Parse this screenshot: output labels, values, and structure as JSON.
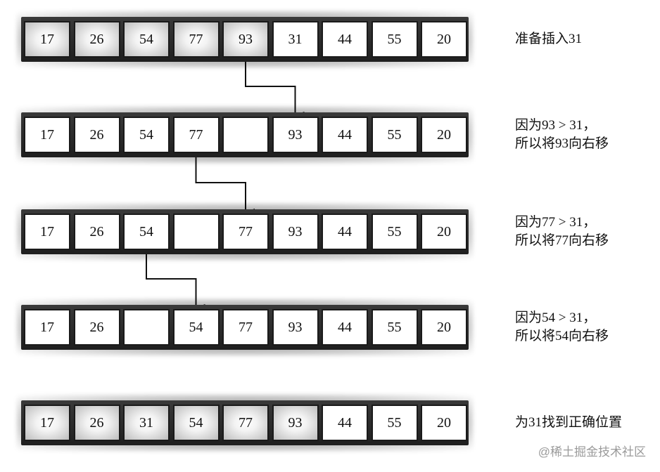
{
  "rows": [
    {
      "cells": [
        {
          "value": "17",
          "sorted": true
        },
        {
          "value": "26",
          "sorted": true
        },
        {
          "value": "54",
          "sorted": true
        },
        {
          "value": "77",
          "sorted": true
        },
        {
          "value": "93",
          "sorted": true
        },
        {
          "value": "31",
          "sorted": false
        },
        {
          "value": "44",
          "sorted": false
        },
        {
          "value": "55",
          "sorted": false
        },
        {
          "value": "20",
          "sorted": false
        }
      ],
      "caption": [
        "准备插入31"
      ]
    },
    {
      "cells": [
        {
          "value": "17",
          "sorted": false
        },
        {
          "value": "26",
          "sorted": false
        },
        {
          "value": "54",
          "sorted": false
        },
        {
          "value": "77",
          "sorted": false
        },
        {
          "value": "",
          "sorted": false
        },
        {
          "value": "93",
          "sorted": false
        },
        {
          "value": "44",
          "sorted": false
        },
        {
          "value": "55",
          "sorted": false
        },
        {
          "value": "20",
          "sorted": false
        }
      ],
      "caption": [
        "因为93 > 31，",
        "所以将93向右移"
      ]
    },
    {
      "cells": [
        {
          "value": "17",
          "sorted": false
        },
        {
          "value": "26",
          "sorted": false
        },
        {
          "value": "54",
          "sorted": false
        },
        {
          "value": "",
          "sorted": false
        },
        {
          "value": "77",
          "sorted": false
        },
        {
          "value": "93",
          "sorted": false
        },
        {
          "value": "44",
          "sorted": false
        },
        {
          "value": "55",
          "sorted": false
        },
        {
          "value": "20",
          "sorted": false
        }
      ],
      "caption": [
        "因为77 > 31，",
        "所以将77向右移"
      ]
    },
    {
      "cells": [
        {
          "value": "17",
          "sorted": false
        },
        {
          "value": "26",
          "sorted": false
        },
        {
          "value": "",
          "sorted": false
        },
        {
          "value": "54",
          "sorted": false
        },
        {
          "value": "77",
          "sorted": false
        },
        {
          "value": "93",
          "sorted": false
        },
        {
          "value": "44",
          "sorted": false
        },
        {
          "value": "55",
          "sorted": false
        },
        {
          "value": "20",
          "sorted": false
        }
      ],
      "caption": [
        "因为54 > 31，",
        "所以将54向右移"
      ]
    },
    {
      "cells": [
        {
          "value": "17",
          "sorted": true
        },
        {
          "value": "26",
          "sorted": true
        },
        {
          "value": "31",
          "sorted": true
        },
        {
          "value": "54",
          "sorted": true
        },
        {
          "value": "77",
          "sorted": true
        },
        {
          "value": "93",
          "sorted": true
        },
        {
          "value": "44",
          "sorted": false
        },
        {
          "value": "55",
          "sorted": false
        },
        {
          "value": "20",
          "sorted": false
        }
      ],
      "caption": [
        "为31找到正确位置"
      ]
    }
  ],
  "arrows": [
    {
      "from_row": 0,
      "from_cell": 4,
      "to_row": 1,
      "to_cell": 5
    },
    {
      "from_row": 1,
      "from_cell": 3,
      "to_row": 2,
      "to_cell": 4
    },
    {
      "from_row": 2,
      "from_cell": 2,
      "to_row": 3,
      "to_cell": 3
    }
  ],
  "watermark": "@稀土掘金技术社区",
  "colors": {
    "cell_border": "#1a1a1a",
    "sorted_fill": "#bdbdbd",
    "arrow": "#111111",
    "watermark": "#9a9a9a"
  }
}
